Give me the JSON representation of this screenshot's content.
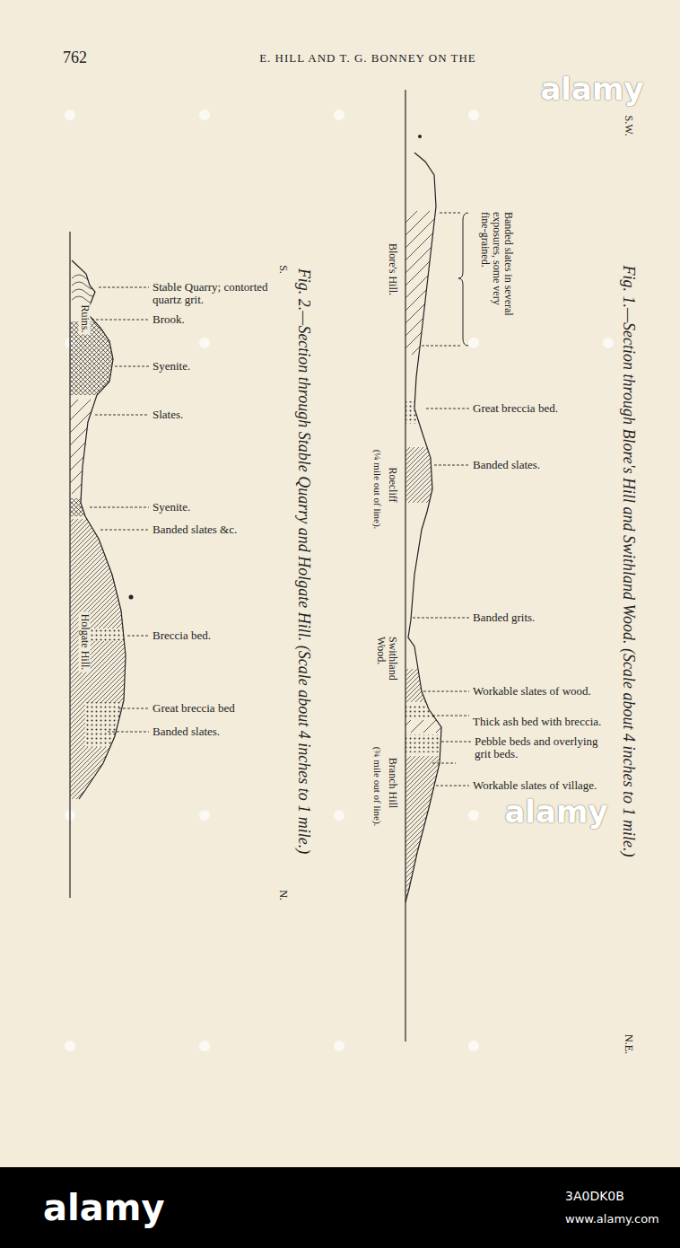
{
  "diagram": {
    "labels": [
      "762",
      "E. HILL AND T. G. BONNEY ON THE",
      "Fig. 1.—Section through Blore's Hill and Swithland Wood. (Scale about 4 inches to 1 mile.)",
      "S.W.",
      "N.E.",
      "Banded slates in several exposures, some very fine-grained.",
      "Great breccia bed.",
      "Banded slates.",
      "Banded grits.",
      "Workable slates of wood.",
      "Thick ash bed with breccia.",
      "Pebble beds and overlying grit beds.",
      "Workable slates of village.",
      "Blore's Hill.",
      "Roecliff",
      "(¼ mile out of line).",
      "Swithland Wood.",
      "Branch Hill",
      "(¾ mile out of line).",
      "Fig. 2.—Section through Stable Quarry and Holgate Hill. (Scale about 4 inches to 1 mile.)",
      "S.",
      "N.",
      "Stable Quarry; contorted quartz grit.",
      "Brook.",
      "Syenite.",
      "Slates.",
      "Syenite.",
      "Banded slates &c.",
      "Breccia bed.",
      "Great breccia bed",
      "Banded slates.",
      "Ruins.",
      "Holgate Hill.",
      "alamy",
      "alamy",
      "alamy",
      "3A0DK0B",
      "www.alamy.com"
    ]
  }
}
